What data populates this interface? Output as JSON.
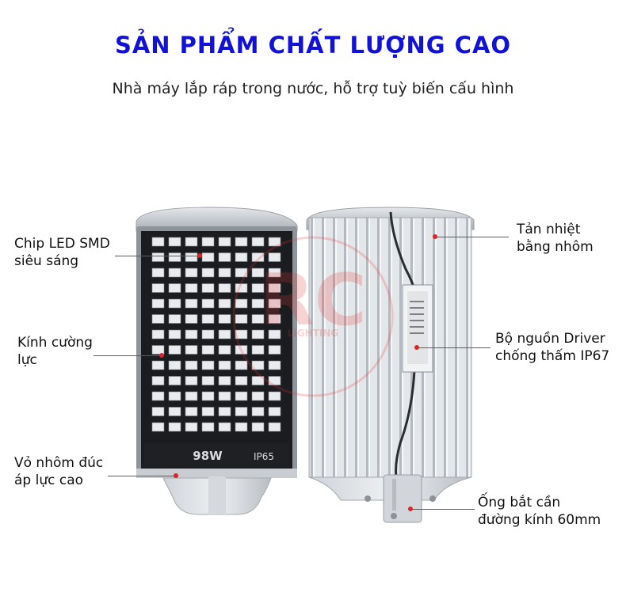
{
  "header": {
    "title": "SẢN PHẨM CHẤT LƯỢNG CAO",
    "subtitle": "Nhà máy lắp ráp trong nước, hỗ trợ tuỳ biến cấu hình"
  },
  "lamp": {
    "power_label": "98W",
    "ip_label": "IP65",
    "watermark_text": "LIGHTING"
  },
  "callouts": {
    "chip_led": {
      "line1": "Chip LED SMD",
      "line2": "siêu sáng"
    },
    "glass": {
      "line1": "Kính cường",
      "line2": "lực"
    },
    "housing": {
      "line1": "Vỏ nhôm đúc",
      "line2": "áp lực cao"
    },
    "heatsink": {
      "line1": "Tản nhiệt",
      "line2": "bằng nhôm"
    },
    "driver": {
      "line1": "Bộ nguồn Driver",
      "line2": "chống thấm IP67"
    },
    "mount": {
      "line1": "Ống bắt cần",
      "line2": "đường kính 60mm"
    }
  },
  "colors": {
    "title": "#1212d6",
    "callout": "#d8242a"
  }
}
